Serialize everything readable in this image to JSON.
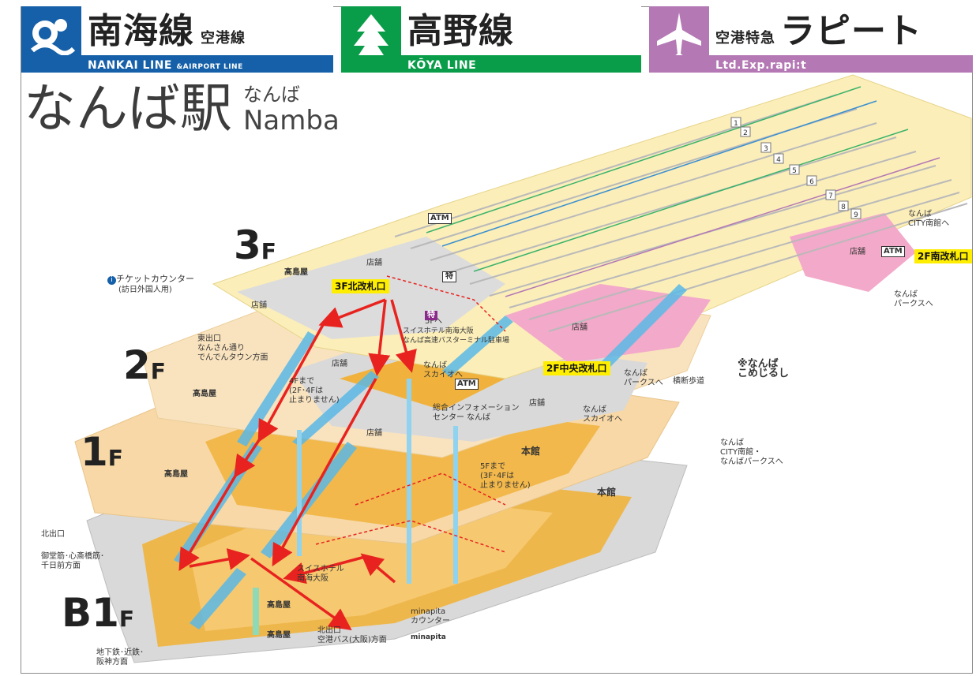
{
  "header": {
    "nankai": {
      "jp": "南海線",
      "jp_sub": "空港線",
      "en": "NANKAI LINE",
      "en_sub": "&AIRPORT LINE",
      "color": "#1560a8",
      "icon": "nankai-logo-icon"
    },
    "koya": {
      "jp": "高野線",
      "en": "KŌYA LINE",
      "color": "#0a9d49",
      "icon": "koya-tree-icon"
    },
    "rapit": {
      "jp_sub": "空港特急",
      "jp": "ラピート",
      "en": "Ltd.Exp.rapi:t",
      "color": "#b478b4",
      "icon": "airplane-icon"
    }
  },
  "station": {
    "name_jp": "なんば駅",
    "name_kana": "なんば",
    "name_roman": "Namba"
  },
  "floors": {
    "f3": {
      "num": "3",
      "unit": "F"
    },
    "f2": {
      "num": "2",
      "unit": "F"
    },
    "f1": {
      "num": "1",
      "unit": "F"
    },
    "b1": {
      "num": "B1",
      "unit": "F"
    }
  },
  "gates": {
    "north_3f": "3F北改札口",
    "central_2f": "2F中央改札口",
    "south_2f": "2F南改札口"
  },
  "labels": {
    "ticket_counter": "チケットカウンター",
    "ticket_counter_sub": "(訪日外国人用)",
    "east_exit": "東出口\nなんさん通り\nでんでんタウン方面",
    "takashimaya": "髙島屋",
    "shop": "店舗",
    "to_5f": "5Fへ",
    "hotel_note": "スイスホテル南海大阪\nなんば高速バスターミナル駐車場",
    "skyo": "なんば\nスカイオへ",
    "skyo2": "なんば\nスカイオへ",
    "parks": "なんば\nパークスへ",
    "parks2": "なんば\nパークスへ",
    "city_south_parks": "なんば\nCITY南館・\nなんばパークスへ",
    "city_south": "なんば\nCITY南館へ",
    "crosswalk": "横断歩道",
    "landmark": "※なんば\nこめじるし",
    "elevator_note_2f": "4Fまで\n(2F･4Fは\n止まりません)",
    "info_center": "総合インフォメーション\nセンター なんば",
    "elevator_note_5f": "5Fまで\n(3F･4Fは\n止まりません)",
    "honkan": "本館",
    "north_exit": "北出口",
    "midosuji": "御堂筋･心斎橋筋･\n千日前方面",
    "swiss_hotel": "スイスホテル\n南海大阪",
    "minapita": "minapita\nカウンター",
    "minapita_logo": "minapita",
    "north_exit_bus": "北出口\n空港バス(大阪)方面",
    "subway": "地下鉄･近鉄･\n阪神方面",
    "atm": "ATM",
    "tokki": "特"
  },
  "platforms": [
    "1",
    "2",
    "3",
    "4",
    "5",
    "6",
    "7",
    "8",
    "9"
  ],
  "colors": {
    "platform": "#f7e89a",
    "concourse": "#dcdcdc",
    "floor1": "#f2b84b",
    "floor_b1": "#f0b23c",
    "pink": "#f3a9c9",
    "route": "#e8231f",
    "escalator": "#5bb8e6"
  }
}
